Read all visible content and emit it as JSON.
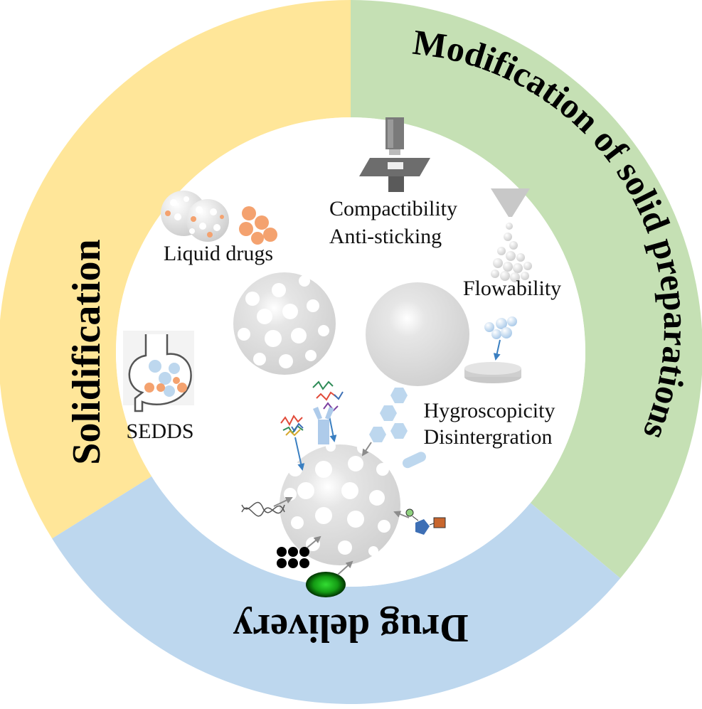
{
  "segments": {
    "solidification": {
      "title": "Solidification",
      "color": "#FFE699"
    },
    "modification": {
      "title": "Modification of solid preparations",
      "color": "#C5E0B4"
    },
    "delivery": {
      "title": "Drug delivery",
      "color": "#BDD7EE"
    }
  },
  "labels": {
    "liquid_drugs": "Liquid drugs",
    "compactibility": "Compactibility",
    "anti_sticking": "Anti-sticking",
    "flowability": "Flowability",
    "sedds": "SEDDS",
    "hygroscopicity": "Hygroscopicity",
    "disintegration": "Disintergration"
  },
  "icons": [
    "porous-sphere-icon",
    "smooth-sphere-icon",
    "punch-die-icon",
    "funnel-icon",
    "stomach-icon",
    "tablet-icon",
    "dna-icon",
    "protein-icon",
    "nanoparticle-cluster-icon",
    "fluorescent-cell-icon",
    "glycan-icon"
  ],
  "colors": {
    "sphere": "#d4d4d4",
    "orange_drug": "#F4A26F",
    "blue_particle": "#AECBEA",
    "arrow_gray": "#8c8c8c",
    "arrow_blue": "#3a7fc1"
  }
}
